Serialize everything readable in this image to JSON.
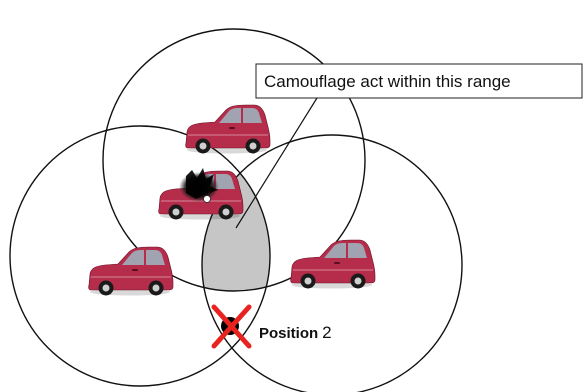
{
  "callout": {
    "label": "Camouflage act within this range"
  },
  "marker": {
    "word": "Position",
    "number": "2"
  },
  "colors": {
    "circle_stroke": "#111111",
    "overlap_fill": "#c6c6c6",
    "car_body": "#b62c4b",
    "car_body_dark": "#7e1a30",
    "car_window": "#9fb0bc",
    "cross": "#e8231f",
    "dot": "#000000"
  },
  "icons": {
    "cars": [
      "car-icon",
      "car-icon",
      "car-icon",
      "car-icon"
    ],
    "camouflaged_car": "camouflaged-car-icon",
    "cross": "cross-mark-icon"
  }
}
